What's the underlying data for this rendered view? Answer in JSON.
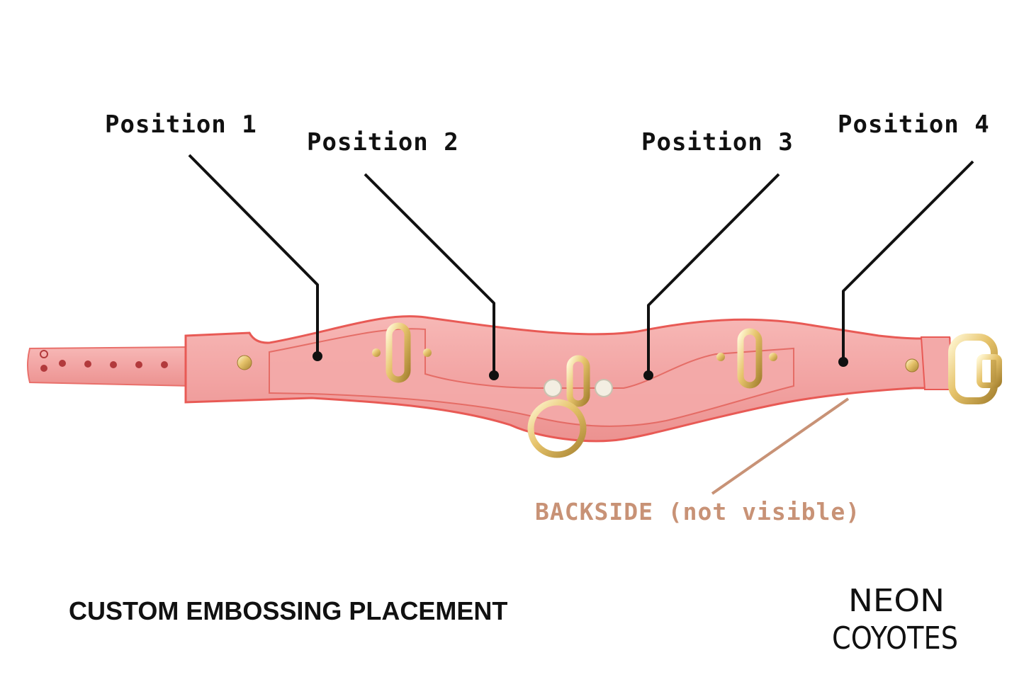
{
  "positions": [
    {
      "label": "Position 1"
    },
    {
      "label": "Position 2"
    },
    {
      "label": "Position 3"
    },
    {
      "label": "Position 4"
    }
  ],
  "backside_label": "BACKSIDE (not visible)",
  "title": "CUSTOM EMBOSSING PLACEMENT",
  "brand": {
    "line1": "NEON",
    "line2": "COYOTES"
  },
  "colors": {
    "leather": "#f2a0a0",
    "leather_edge": "#e85a55",
    "hardware": "#d9b860",
    "callout": "#111111",
    "backside": "#c89276"
  }
}
